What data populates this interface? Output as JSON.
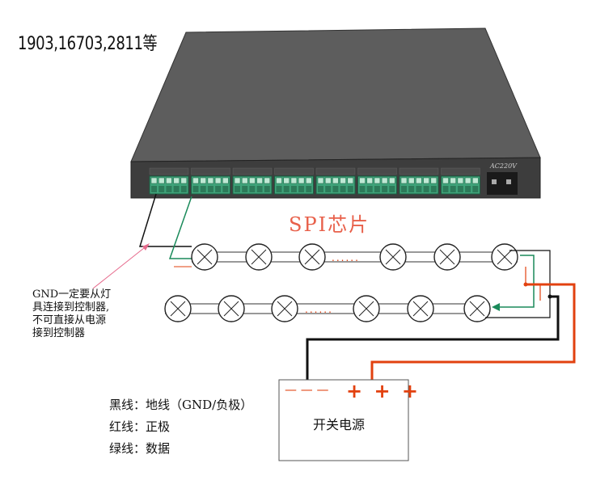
{
  "title": "1903,16703,2811等",
  "chip_label": "SPI芯片",
  "controller": {
    "ac_label": "AC220V"
  },
  "gnd_note": [
    "GND一定要从灯",
    "具连接到控制器,",
    "不可直接从电源",
    "接到控制器"
  ],
  "dots": "......",
  "power_supply": {
    "label": "开关电源",
    "minus": "— — —",
    "plus": "+ + +"
  },
  "legend": [
    "黑线：地线（GND/负极）",
    "红线：正极",
    "绿线：数据"
  ],
  "colors": {
    "black_wire": "#111111",
    "red_wire": "#e2410f",
    "green_wire": "#1a8a5a",
    "chip_text": "#e8604a",
    "terminal_green": "#3fa37a"
  }
}
